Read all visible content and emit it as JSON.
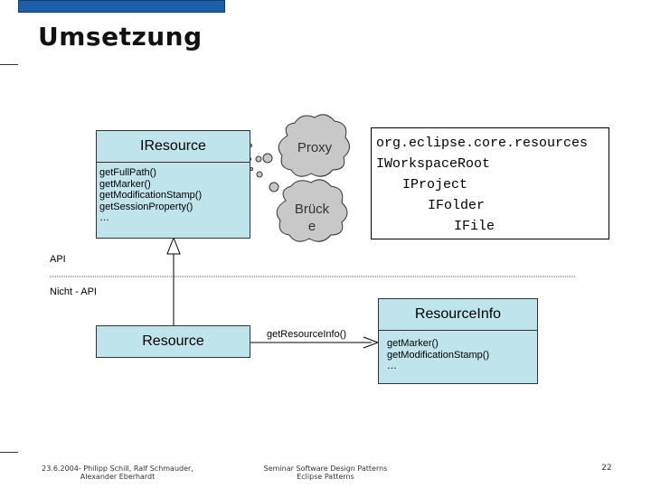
{
  "slide": {
    "title": "Umsetzung",
    "page_number": "22"
  },
  "iresource": {
    "name": "IResource",
    "methods": [
      "getFullPath()",
      "getMarker()",
      "getModificationStamp()",
      "getSessionProperty()",
      "…"
    ]
  },
  "bubbles": {
    "proxy": "Proxy",
    "bruecke_line1": "Brück",
    "bruecke_line2": "e"
  },
  "package": {
    "name": "org.eclipse.core.resources",
    "items": [
      "IWorkspaceRoot",
      "IProject",
      "IFolder",
      "IFile"
    ]
  },
  "labels": {
    "api": "API",
    "non_api": "Nicht - API",
    "association": "getResourceInfo()"
  },
  "resource": {
    "name": "Resource"
  },
  "resourceinfo": {
    "name": "ResourceInfo",
    "methods": [
      "getMarker()",
      "getModificationStamp()",
      "…"
    ]
  },
  "footer": {
    "authors_line1": "23.6.2004- Philipp Schill, Ralf Schmauder,",
    "authors_line2": "Alexander Eberhardt",
    "seminar_line1": "Seminar Software Design Patterns",
    "seminar_line2": "Eclipse Patterns"
  },
  "colors": {
    "box_fill": "#c0e4ec",
    "bubble_fill": "#c8c8c8",
    "topbar": "#1f5fa8"
  }
}
